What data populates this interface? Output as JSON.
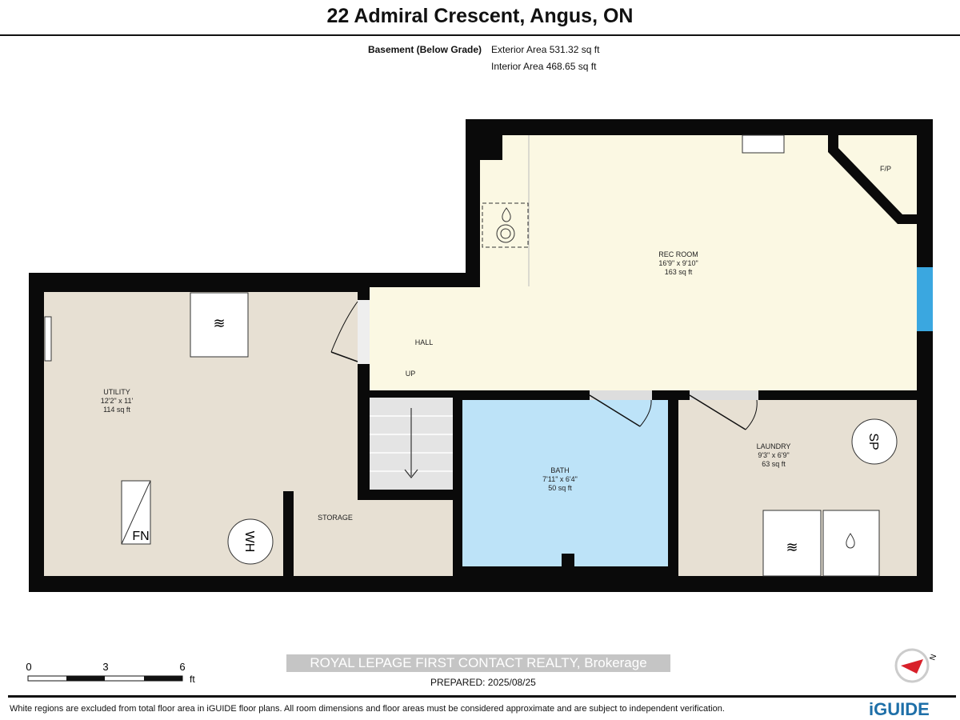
{
  "header": {
    "title": "22 Admiral Crescent, Angus, ON",
    "floor_name": "Basement (Below Grade)",
    "exterior_area": "Exterior Area 531.32 sq ft",
    "interior_area": "Interior Area 468.65 sq ft"
  },
  "rooms": [
    {
      "name": "REC ROOM",
      "dims": "16'9\" x 9'10\"",
      "area": "163 sq ft"
    },
    {
      "name": "UTILITY",
      "dims": "12'2\" x 11'",
      "area": "114 sq ft"
    },
    {
      "name": "BATH",
      "dims": "7'11\" x 6'4\"",
      "area": "50 sq ft"
    },
    {
      "name": "LAUNDRY",
      "dims": "9'3\" x 6'9\"",
      "area": "63 sq ft"
    },
    {
      "name": "HALL"
    },
    {
      "name": "STORAGE"
    }
  ],
  "labels": {
    "up": "UP",
    "fp": "F/P",
    "fn": "FN",
    "wh": "WH",
    "sp": "SP"
  },
  "scale": {
    "ticks": [
      "0",
      "3",
      "6"
    ],
    "unit": "ft"
  },
  "watermark": "ROYAL LEPAGE FIRST CONTACT REALTY, Brokerage",
  "prepared": "PREPARED: 2025/08/25",
  "compass": {
    "label": "N"
  },
  "footer": {
    "disclaimer": "White regions are excluded from total floor area in iGUIDE floor plans. All room dimensions and floor areas must be considered approximate and are subject to independent verification.",
    "logo": "iGUIDE"
  },
  "colors": {
    "wall": "#0a0a0a",
    "rec": "#fbf8e3",
    "utility": "#e7e0d3",
    "bath": "#bde3f8",
    "stairs": "#e4e4e4",
    "window": "#3aa7e0"
  }
}
